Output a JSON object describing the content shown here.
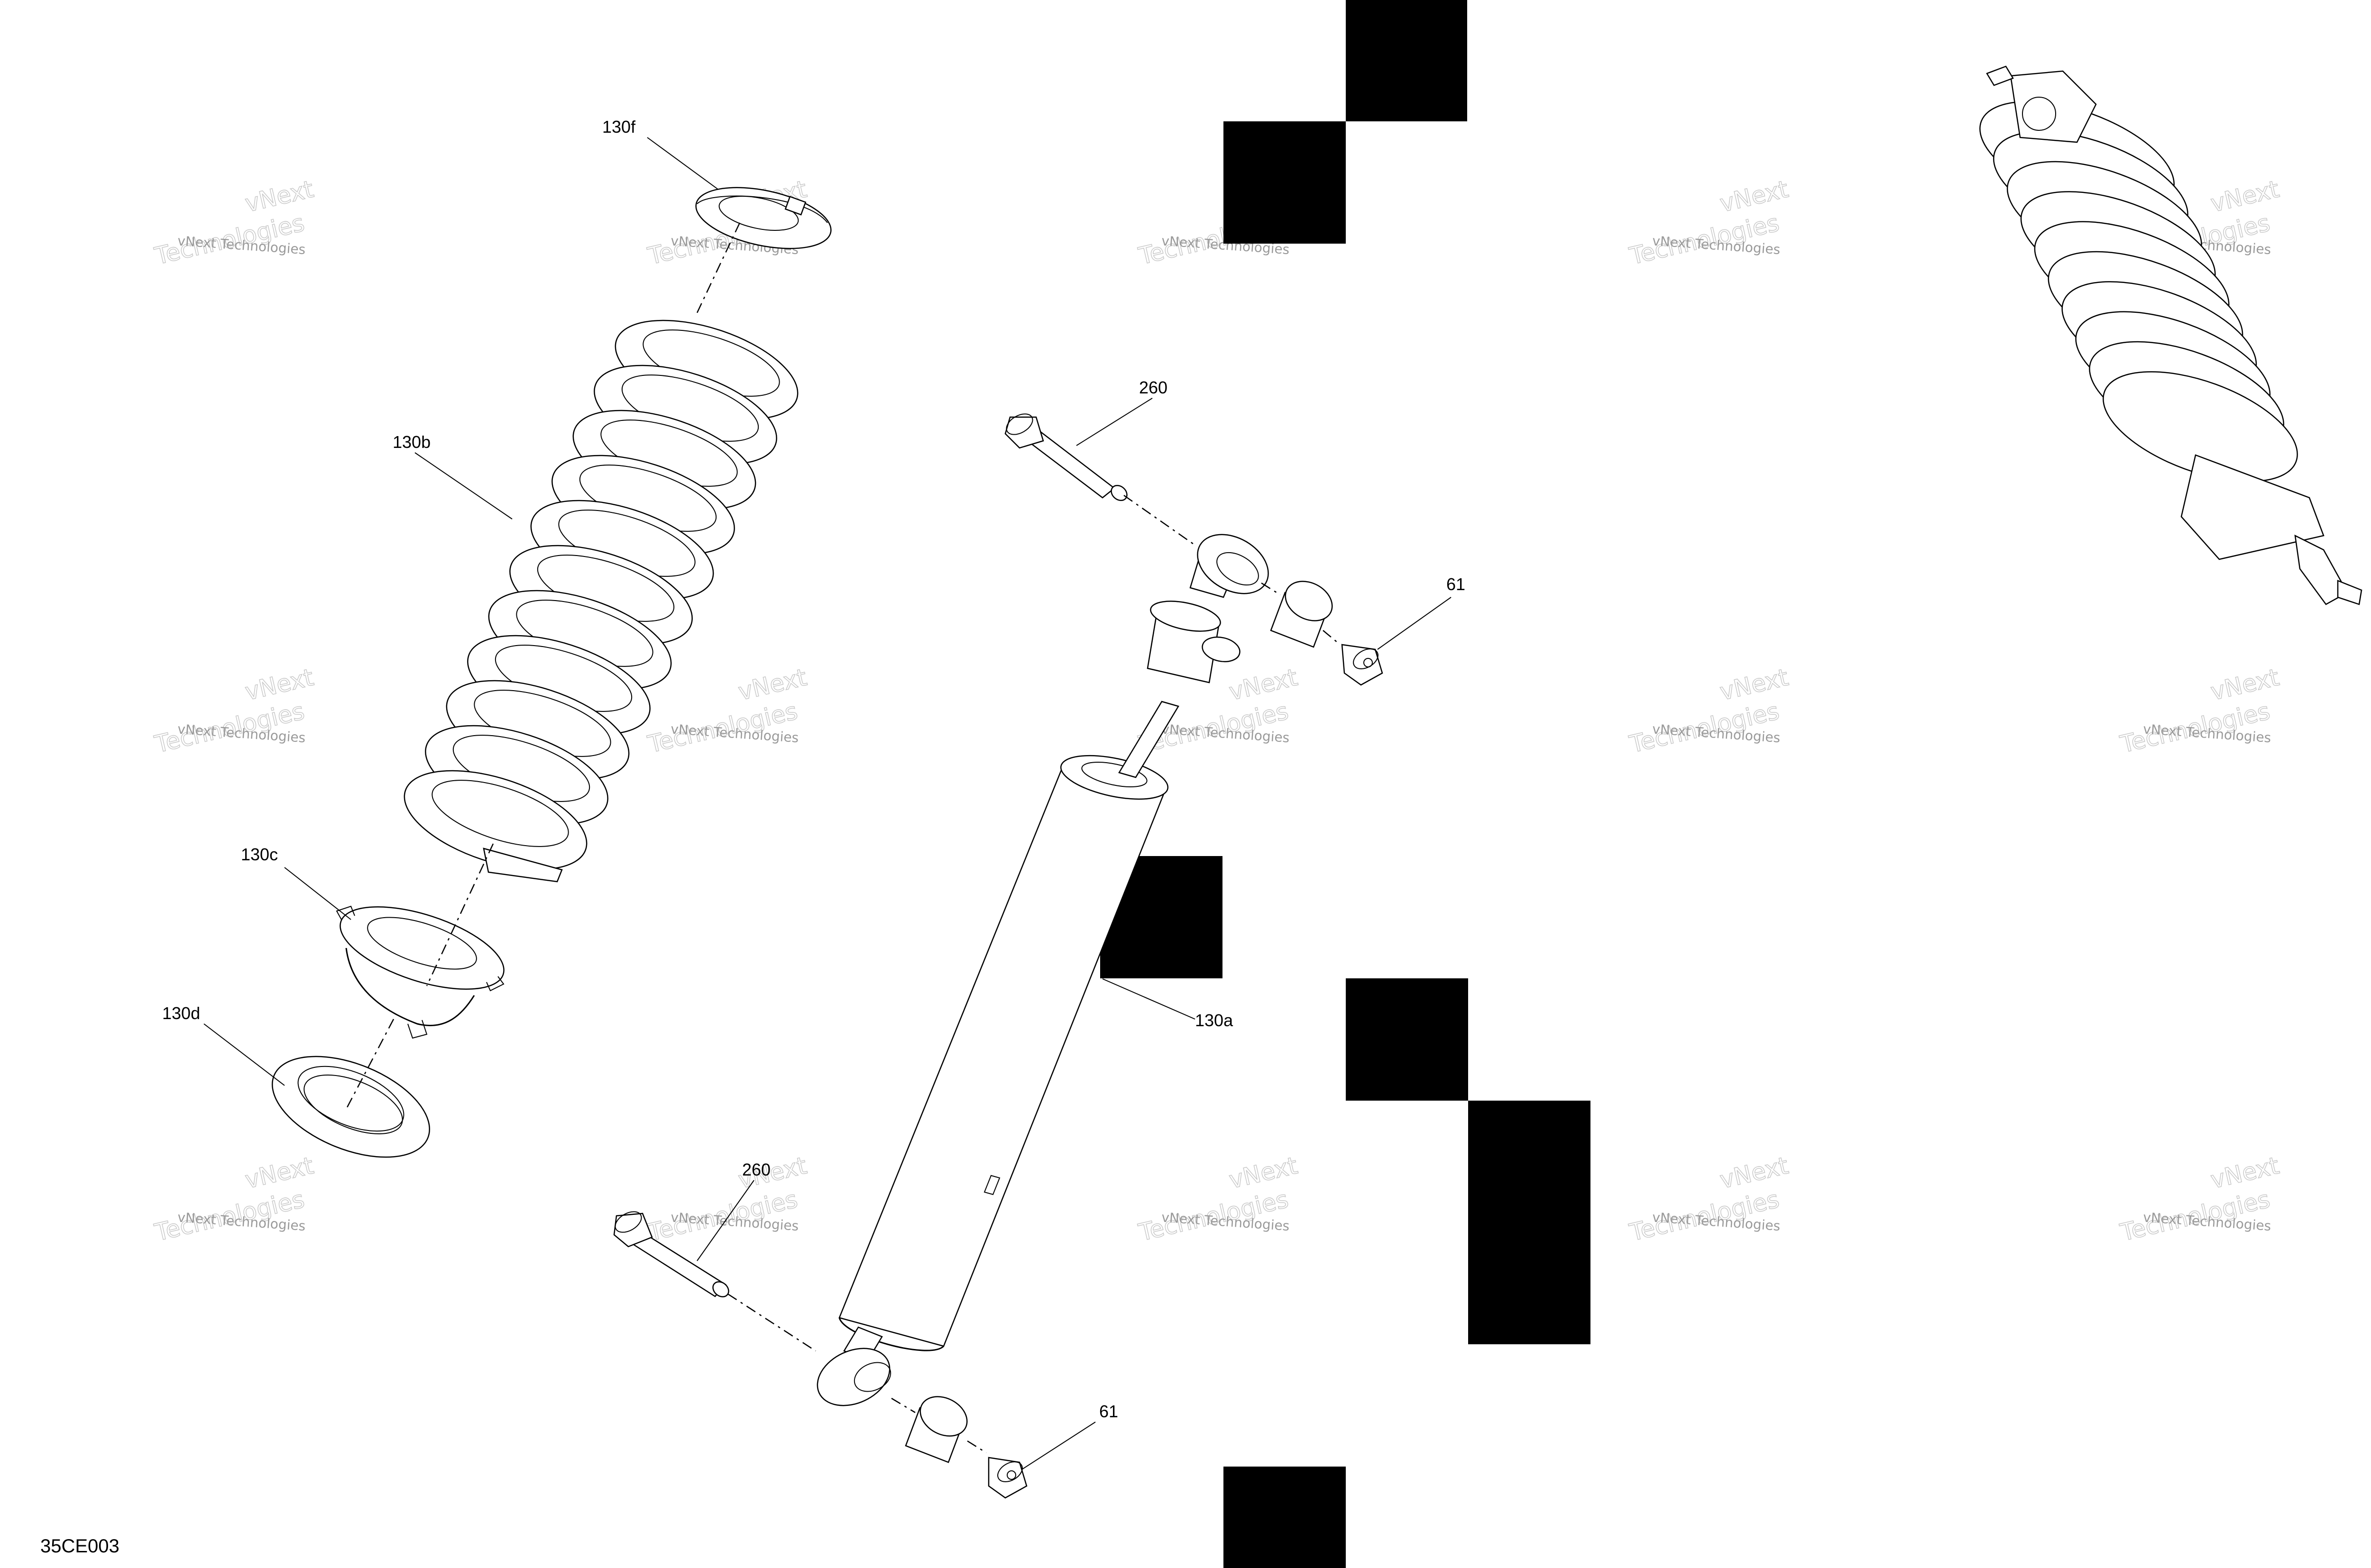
{
  "diagram": {
    "code": "35CE003",
    "watermark": {
      "line1": "vNext Technologies",
      "line2": "vNext",
      "line3": "Technologies"
    },
    "callouts": {
      "c130f": "130f",
      "c130b": "130b",
      "c130c": "130c",
      "c130d": "130d",
      "c260_top": "260",
      "c61_top": "61",
      "c130a": "130a",
      "c260_bottom": "260",
      "c61_bottom": "61"
    }
  }
}
